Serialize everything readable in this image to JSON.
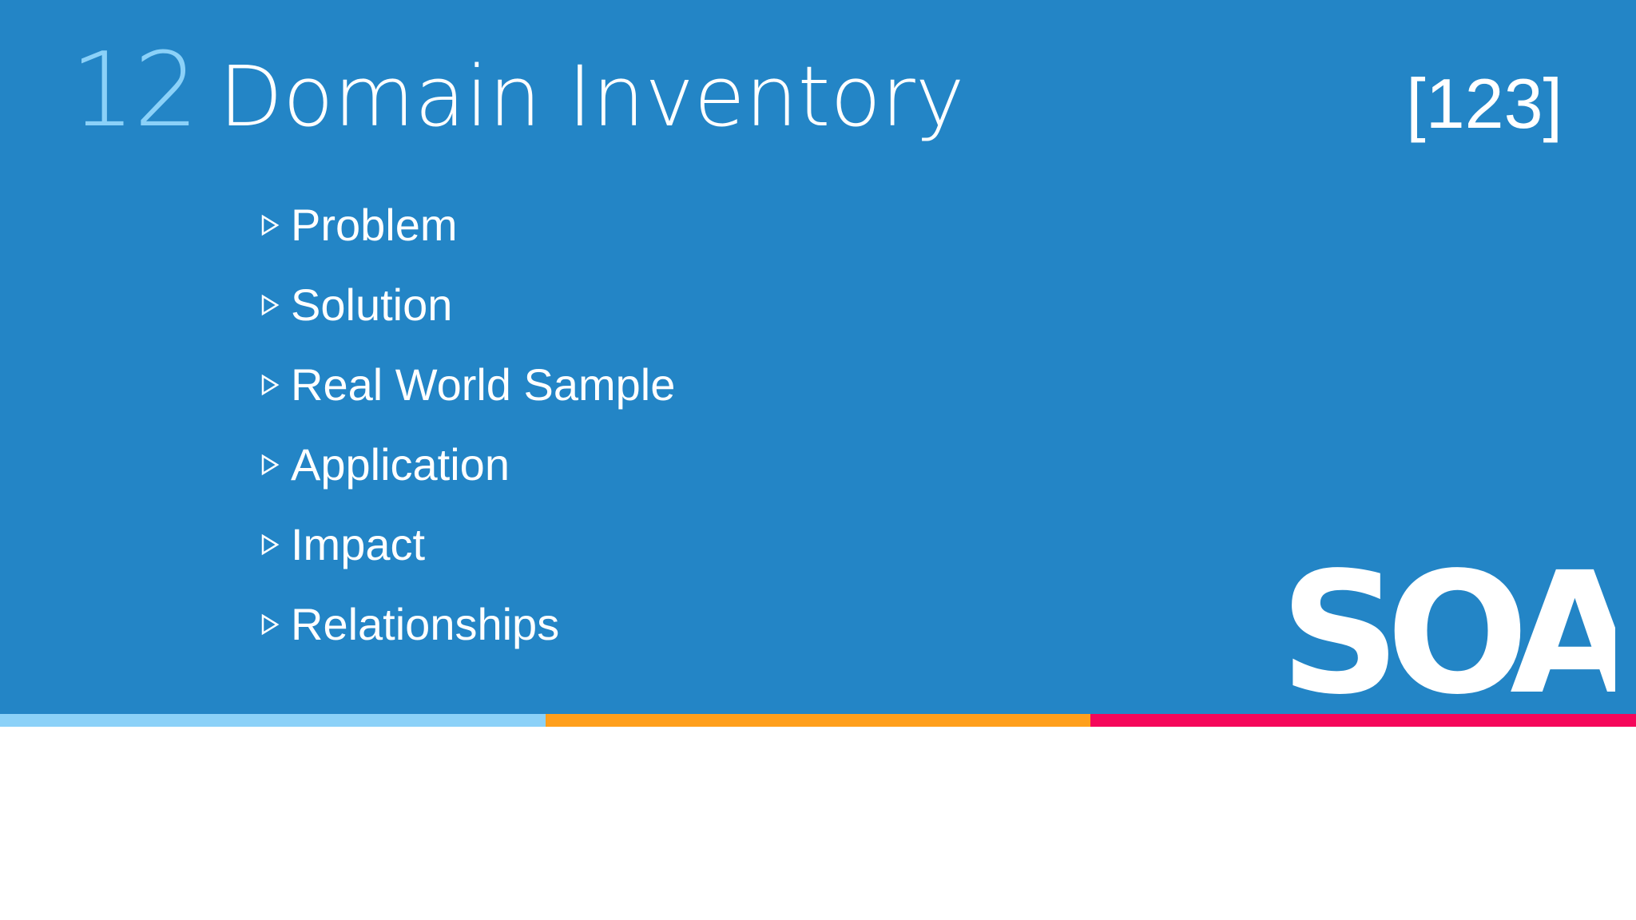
{
  "slide": {
    "number": "12",
    "title": "Domain Inventory",
    "page_reference": "[123]",
    "bullets": [
      "Problem",
      "Solution",
      "Real World Sample",
      "Application",
      "Impact",
      "Relationships"
    ],
    "logo_text": "SOA",
    "bullet_marker_icon": "triangle-right-outline-icon"
  },
  "colors": {
    "background_panel": "#2385c6",
    "slide_number": "#8bd1f8",
    "text": "#ffffff",
    "stripe_blue": "#8bd1f8",
    "stripe_orange": "#ff9f1c",
    "stripe_pink": "#f5075a",
    "page_background": "#ffffff"
  }
}
